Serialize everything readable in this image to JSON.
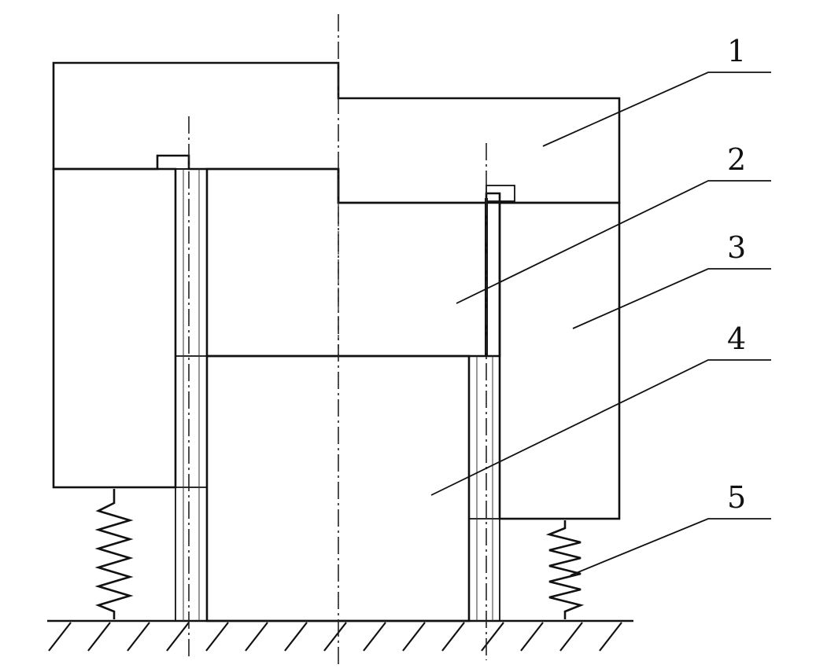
{
  "diagram": {
    "labels": [
      {
        "id": "1",
        "text": "1"
      },
      {
        "id": "2",
        "text": "2"
      },
      {
        "id": "3",
        "text": "3"
      },
      {
        "id": "4",
        "text": "4"
      },
      {
        "id": "5",
        "text": "5"
      }
    ]
  }
}
